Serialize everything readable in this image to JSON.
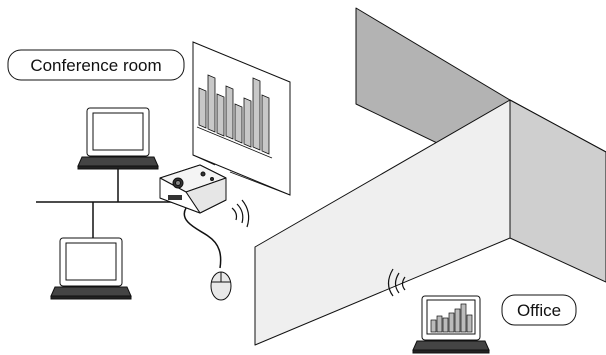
{
  "labels": {
    "conference_room": "Conference room",
    "office": "Office"
  },
  "colors": {
    "wall_dark": "#b5b5b5",
    "wall_light": "#efefef",
    "line": "#111111"
  },
  "icons": [
    "laptop-icon",
    "projector-icon",
    "projection-screen-icon",
    "mouse-icon",
    "wireless-signal-icon",
    "network-line",
    "wall"
  ]
}
